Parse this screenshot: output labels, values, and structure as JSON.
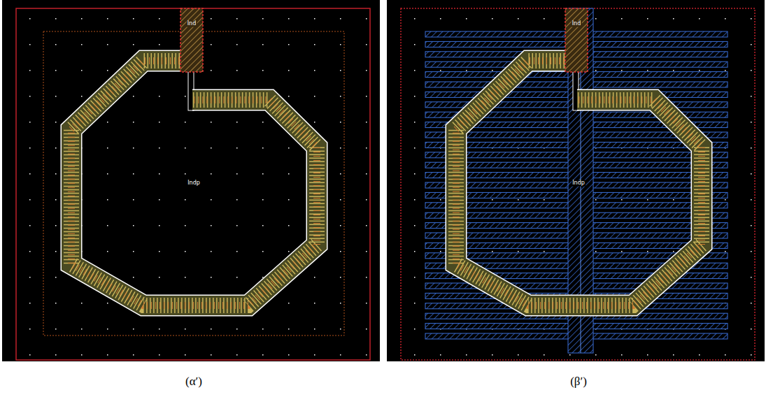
{
  "diagram": {
    "labels": [
      "Ind",
      "Indp",
      "(α′)",
      "Ind",
      "Indp",
      "(β′)"
    ]
  }
}
